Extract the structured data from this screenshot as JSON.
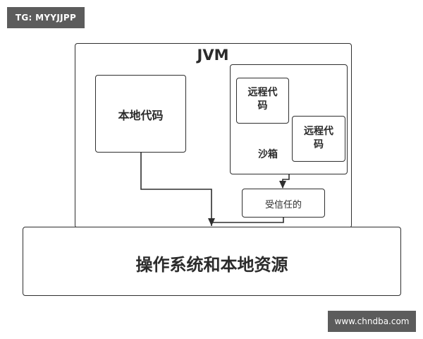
{
  "watermarks": {
    "top_left": "TG: MYYJJPP",
    "bottom_right": "www.chndba.com"
  },
  "diagram": {
    "jvm": {
      "title": "JVM"
    },
    "native_code": {
      "label": "本地代码"
    },
    "sandbox": {
      "label": "沙箱",
      "remote_code_1": {
        "line1": "远程代",
        "line2": "码"
      },
      "remote_code_2": {
        "line1": "远程代",
        "line2": "码"
      }
    },
    "trusted": {
      "label": "受信任的"
    },
    "os_resources": {
      "label": "操作系统和本地资源"
    },
    "edges": [
      {
        "from": "本地代码",
        "to": "操作系统和本地资源"
      },
      {
        "from": "沙箱",
        "to": "受信任的"
      },
      {
        "from": "受信任的",
        "to": "操作系统和本地资源"
      }
    ]
  },
  "colors": {
    "stroke": "#2f2f2f",
    "text": "#2b2b2b",
    "badge_bg": "#5c5c5c",
    "badge_text": "#ffffff",
    "background": "#ffffff"
  }
}
